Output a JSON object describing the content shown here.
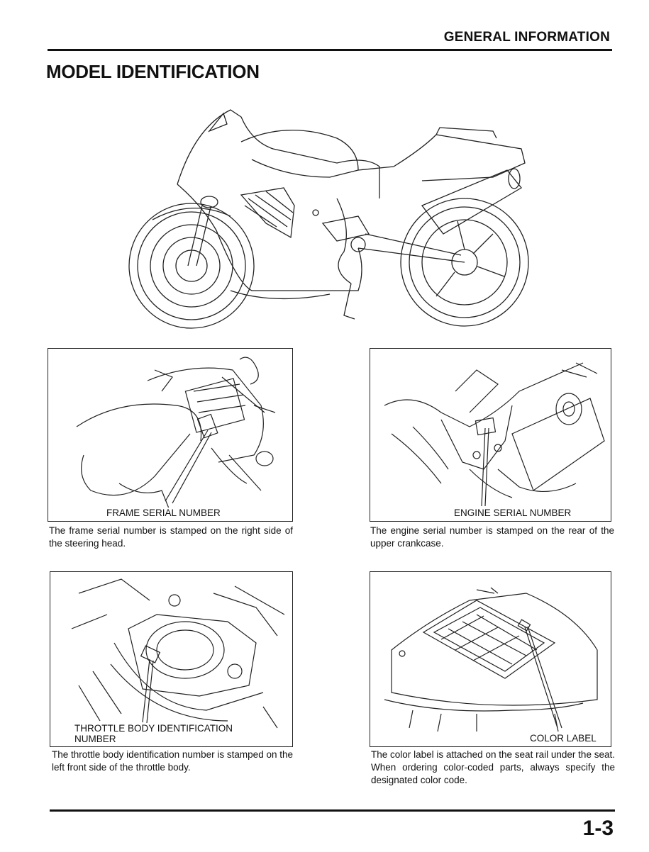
{
  "header": {
    "section_title": "GENERAL INFORMATION"
  },
  "page": {
    "title": "MODEL IDENTIFICATION",
    "number": "1-3"
  },
  "panels": [
    {
      "label": "FRAME SERIAL NUMBER",
      "caption": "The frame serial number is stamped on the right side of the steering head."
    },
    {
      "label": "ENGINE SERIAL NUMBER",
      "caption": "The engine serial number is stamped on the rear of the upper crankcase."
    },
    {
      "label_line1": "THROTTLE BODY IDENTIFICATION",
      "label_line2": "NUMBER",
      "caption": "The throttle body identification number is stamped on the left front side of the throttle body."
    },
    {
      "label": "COLOR LABEL",
      "caption": "The color label is attached on the seat rail under the seat. When ordering color-coded parts, always specify the designated color code."
    }
  ]
}
